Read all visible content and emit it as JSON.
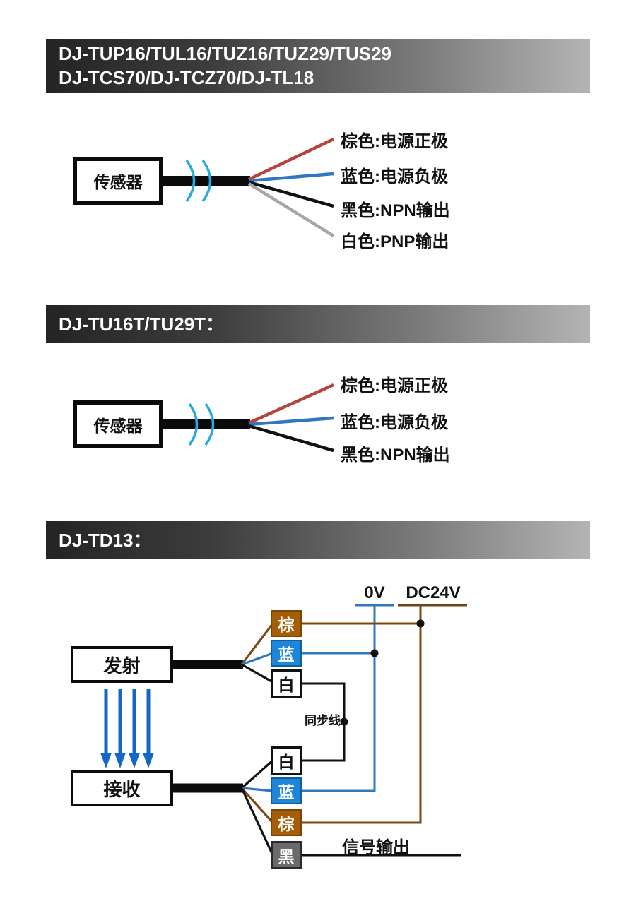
{
  "colors": {
    "banner_gradient_start": "#242424",
    "banner_gradient_end": "#b4b4b4",
    "wire_brown_red": "#b5453c",
    "wire_blue": "#3077c0",
    "wire_black": "#111111",
    "wire_gray": "#a6a6a6",
    "wire_brown": "#7a4a12",
    "terminal_brown": "#a35e07",
    "terminal_blue": "#1e86d6",
    "terminal_black": "#6a6a6a",
    "arrow_blue": "#1467c8",
    "break_arc_blue": "#2aa9e1"
  },
  "section1": {
    "title_line1": "DJ-TUP16/TUL16/TUZ16/TUZ29/TUS29",
    "title_line2": "DJ-TCS70/DJ-TCZ70/DJ-TL18",
    "sensor_label": "传感器",
    "wires": [
      {
        "color": "brown",
        "label": "棕色:电源正极"
      },
      {
        "color": "blue",
        "label": "蓝色:电源负极"
      },
      {
        "color": "black",
        "label": "黑色:NPN输出"
      },
      {
        "color": "white",
        "label": "白色:PNP输出"
      }
    ]
  },
  "section2": {
    "title": "DJ-TU16T/TU29T：",
    "sensor_label": "传感器",
    "wires": [
      {
        "color": "brown",
        "label": "棕色:电源正极"
      },
      {
        "color": "blue",
        "label": "蓝色:电源负极"
      },
      {
        "color": "black",
        "label": "黑色:NPN输出"
      }
    ]
  },
  "section3": {
    "title": "DJ-TD13：",
    "rail_0v_label": "0V",
    "rail_24v_label": "DC24V",
    "emitter_label": "发射",
    "receiver_label": "接收",
    "sync_line_label": "同步线",
    "signal_output_label": "信号输出",
    "emitter_terminals": [
      {
        "label": "棕"
      },
      {
        "label": "蓝"
      },
      {
        "label": "白"
      }
    ],
    "receiver_terminals": [
      {
        "label": "白"
      },
      {
        "label": "蓝"
      },
      {
        "label": "棕"
      },
      {
        "label": "黑"
      }
    ]
  }
}
